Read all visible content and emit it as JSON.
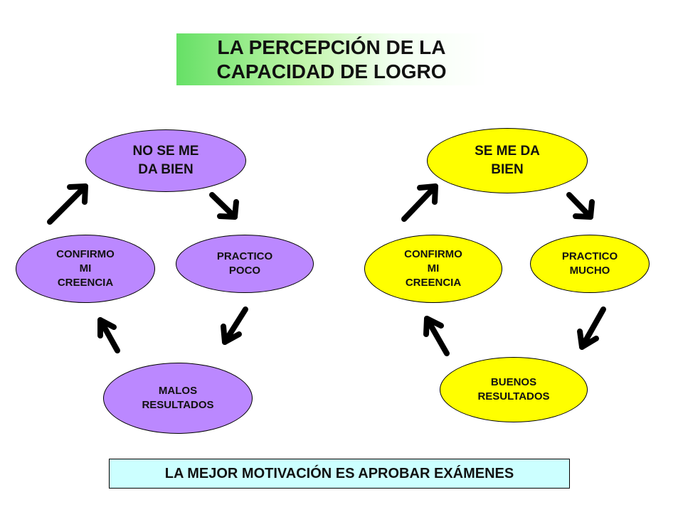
{
  "title": {
    "line1": "LA PERCEPCIÓN DE LA",
    "line2": "CAPACIDAD DE LOGRO"
  },
  "left_cycle": {
    "color": "#bb88ff",
    "top": {
      "line1": "NO SE ME",
      "line2": "DA  BIEN"
    },
    "right": {
      "line1": "PRACTICO",
      "line2": "POCO"
    },
    "bottom": {
      "line1": "MALOS",
      "line2": "RESULTADOS"
    },
    "left": {
      "line1": "CONFIRMO",
      "line2": "MI",
      "line3": "CREENCIA"
    }
  },
  "right_cycle": {
    "color": "#ffff00",
    "top": {
      "line1": "SE ME DA",
      "line2": "BIEN"
    },
    "right": {
      "line1": "PRACTICO",
      "line2": "MUCHO"
    },
    "bottom": {
      "line1": "BUENOS",
      "line2": "RESULTADOS"
    },
    "left": {
      "line1": "CONFIRMO",
      "line2": "MI",
      "line3": "CREENCIA"
    }
  },
  "footer": {
    "text": "LA MEJOR MOTIVACIÓN ES APROBAR EXÁMENES",
    "color": "#ccffff"
  }
}
